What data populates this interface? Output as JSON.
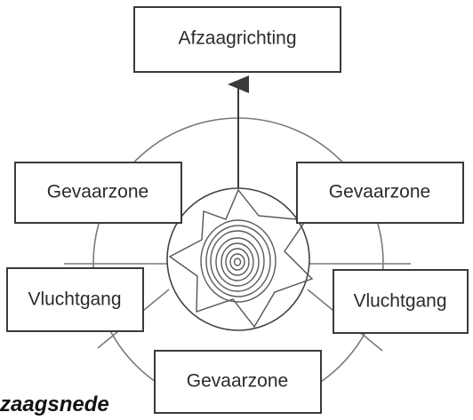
{
  "diagram": {
    "top_label": "Afzaagrichting",
    "left_upper_label": "Gevaarzone",
    "right_upper_label": "Gevaarzone",
    "left_lower_label": "Vluchtgang",
    "right_lower_label": "Vluchtgang",
    "bottom_label": "Gevaarzone"
  },
  "caption": "zaagsnede",
  "colors": {
    "line": "#7a7a7a",
    "box_border": "#3a3a3a",
    "text": "#2b2b2b"
  }
}
